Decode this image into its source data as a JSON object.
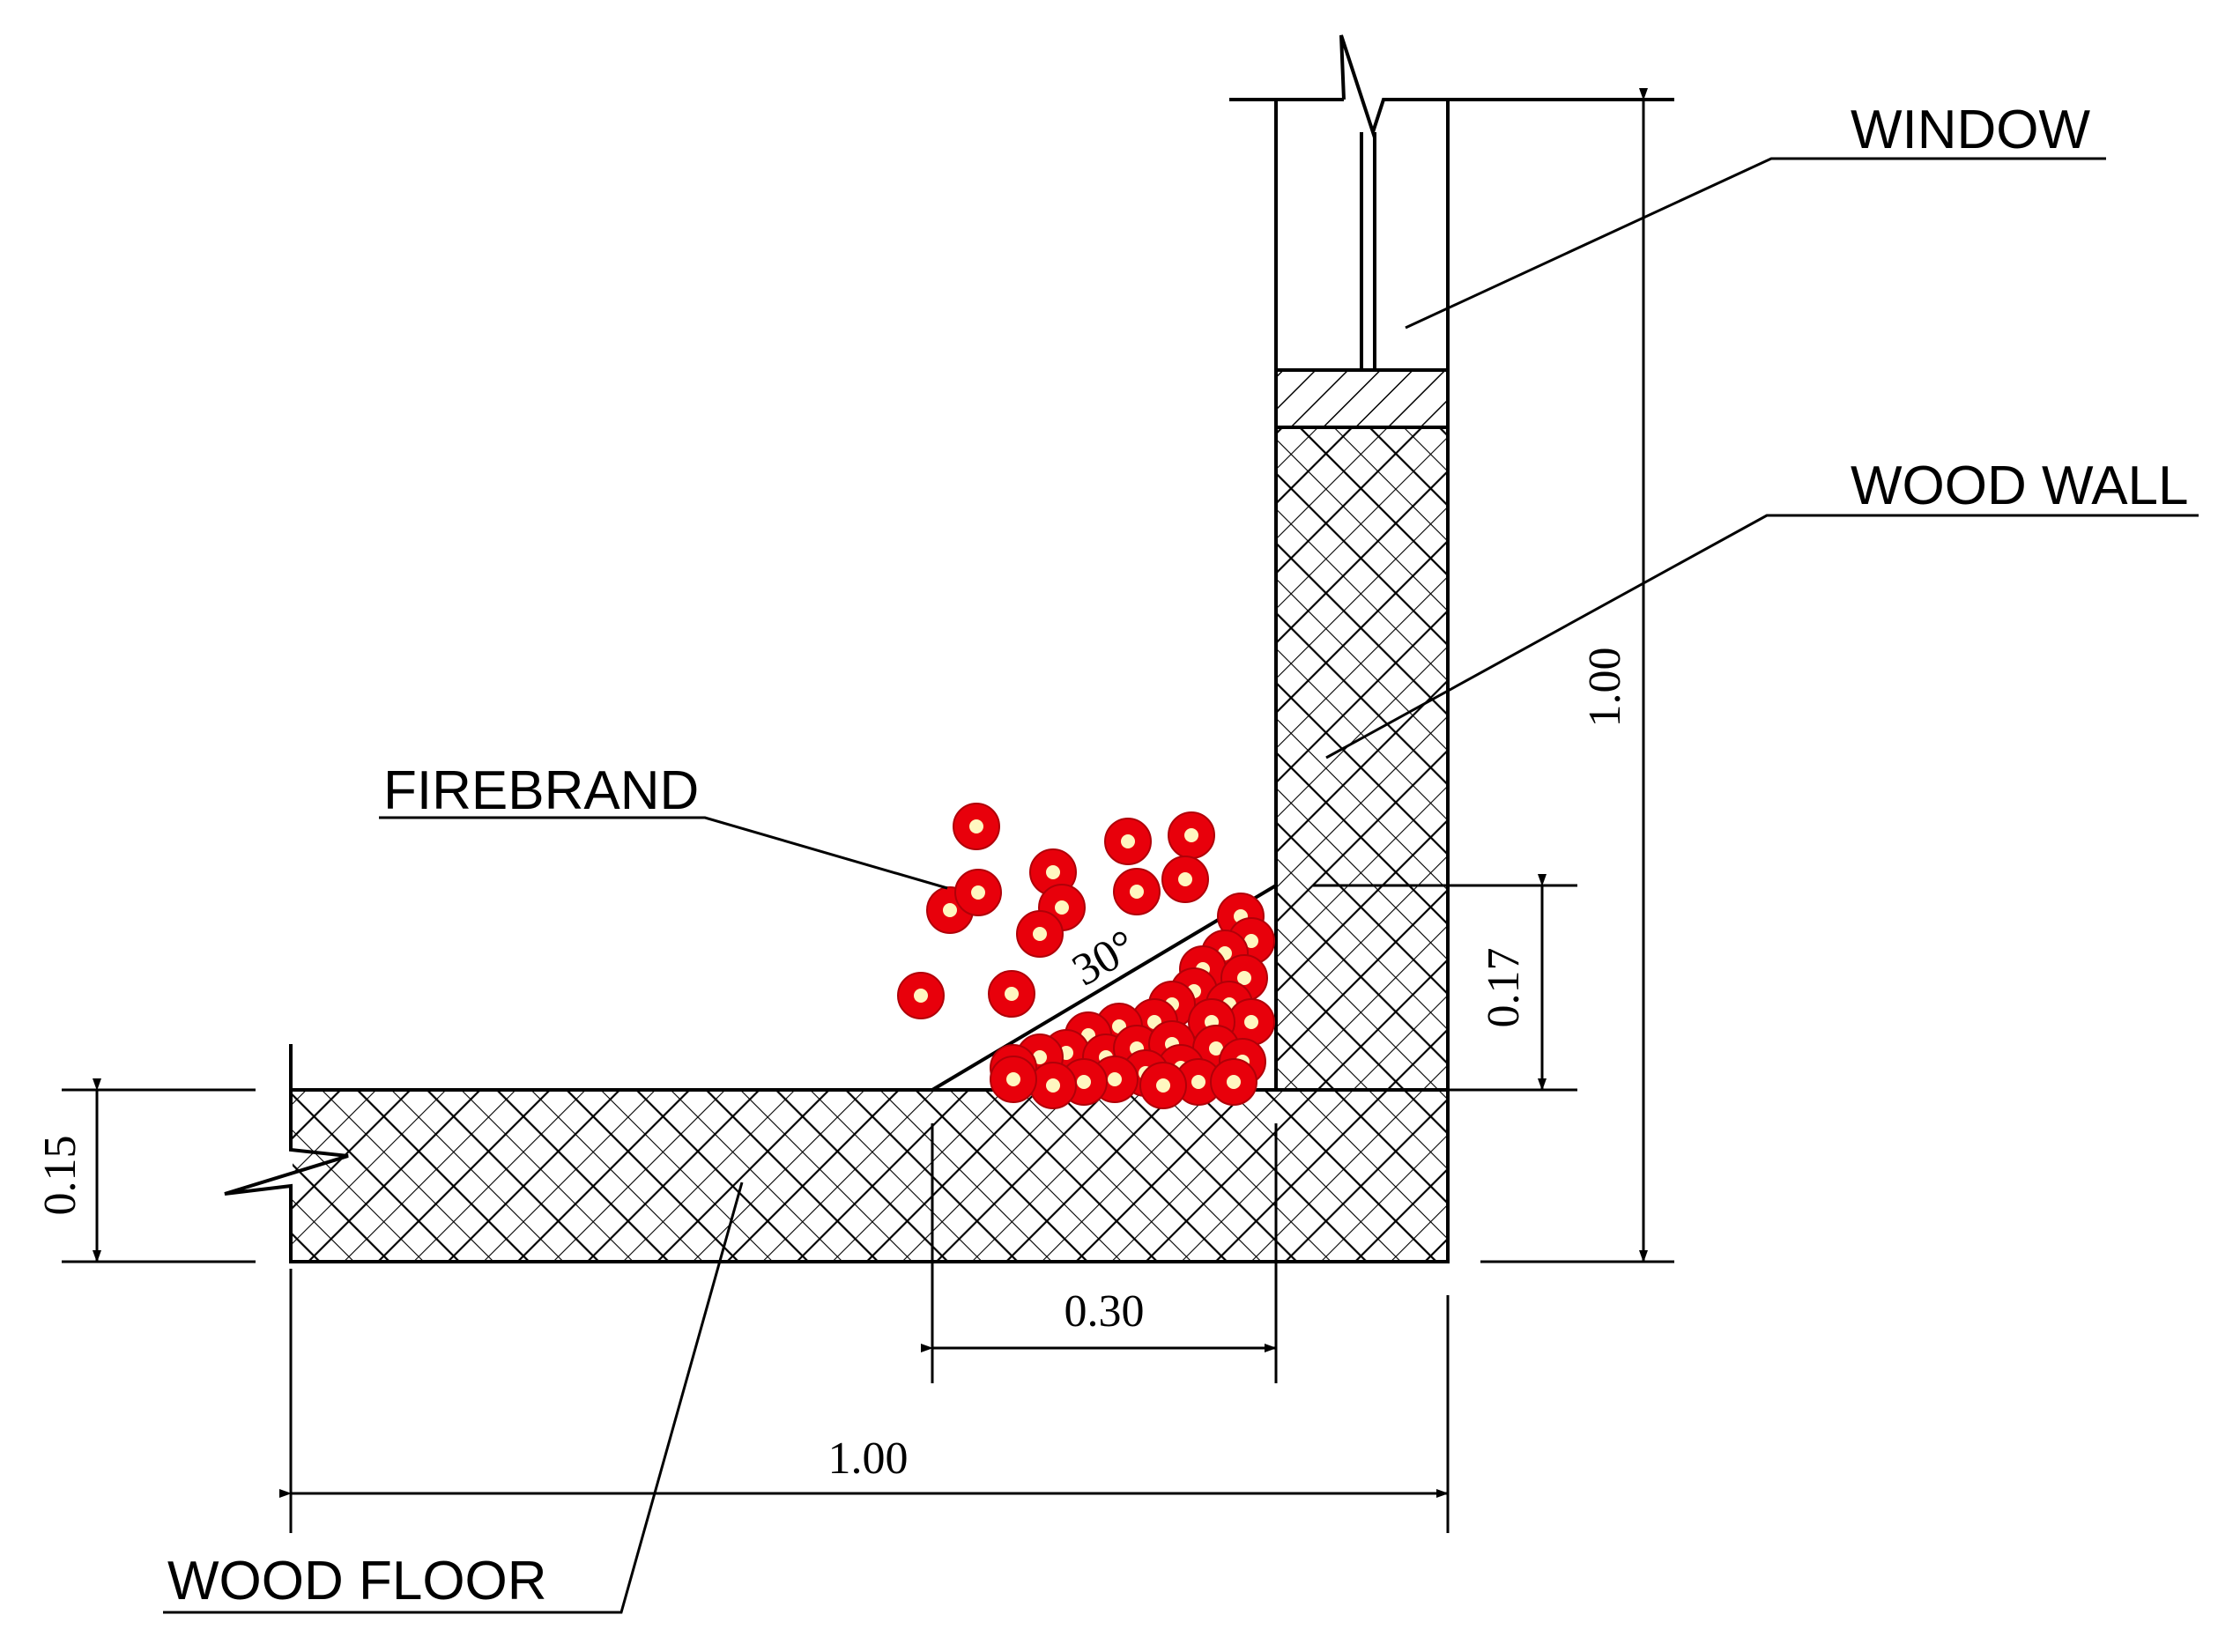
{
  "labels": {
    "window": "WINDOW",
    "wood_wall": "WOOD WALL",
    "firebrand": "FIREBRAND",
    "wood_floor": "WOOD FLOOR"
  },
  "dimensions": {
    "wall_height": "1.00",
    "pile_height": "0.17",
    "floor_thickness": "0.15",
    "pile_width": "0.30",
    "floor_length": "1.00",
    "pile_angle": "30°"
  },
  "colors": {
    "firebrand": "#e8000b",
    "firebrand_core": "#fff7c0",
    "line": "#000000"
  }
}
